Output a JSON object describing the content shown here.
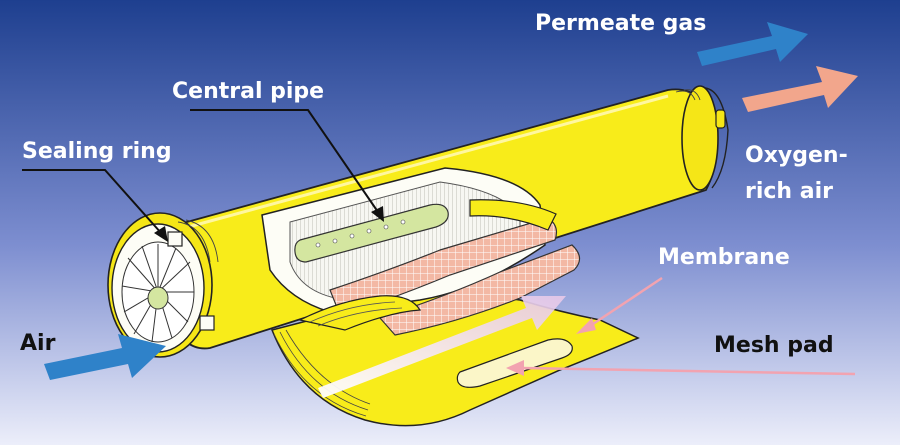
{
  "labels": {
    "permeate_gas": "Permeate gas",
    "central_pipe": "Central pipe",
    "sealing_ring": "Sealing ring",
    "oxygen_rich_air_line1": "Oxygen-",
    "oxygen_rich_air_line2": "rich air",
    "membrane": "Membrane",
    "air": "Air",
    "mesh_pad": "Mesh pad"
  },
  "colors": {
    "background_top": "#1e3f8f",
    "background_bottom": "#eceefa",
    "module_body": "#f8ec1a",
    "module_shadow": "#d9c808",
    "membrane_mesh": "#f3b8a4",
    "central_pipe": "#d4e6a0",
    "permeate_arrow": "#2f82c9",
    "oxygen_rich_arrow": "#f2a68c",
    "air_arrow": "#2f82c9",
    "pointer_pink": "#f2a3b0",
    "label_white": "#ffffff",
    "label_black": "#111111"
  }
}
